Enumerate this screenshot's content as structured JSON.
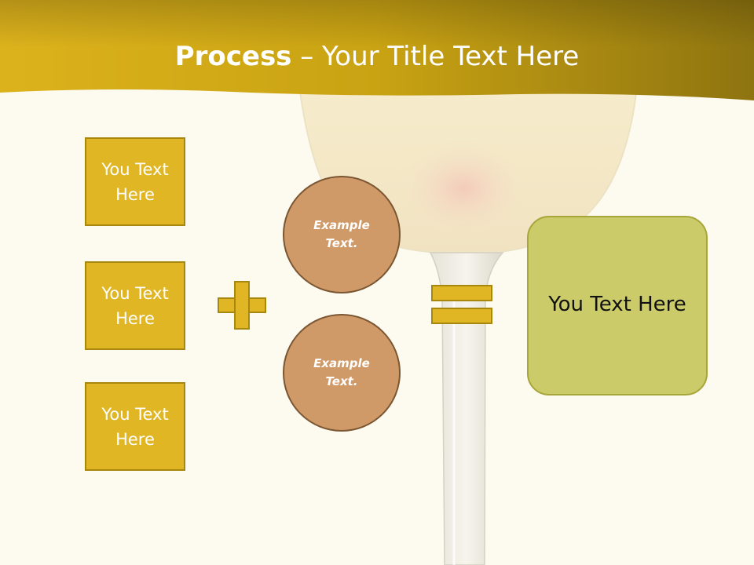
{
  "title": {
    "bold": "Process",
    "rest": " – Your Title Text Here"
  },
  "inputs": [
    {
      "label": "You Text Here"
    },
    {
      "label": "You Text Here"
    },
    {
      "label": "You Text Here"
    }
  ],
  "operators": {
    "plus": "plus-sign",
    "equals": "equals-sign"
  },
  "circles": [
    {
      "label": "Example Text."
    },
    {
      "label": "Example Text."
    }
  ],
  "result": {
    "label": "You Text Here"
  },
  "colors": {
    "header_gold": "#c9a313",
    "box_fill": "#e0b624",
    "box_border": "#a8870f",
    "circle_fill": "#d09a68",
    "circle_border": "#7a5632",
    "result_fill": "#cccb6a",
    "result_border": "#a7a63a",
    "background": "#fdfaf0"
  }
}
